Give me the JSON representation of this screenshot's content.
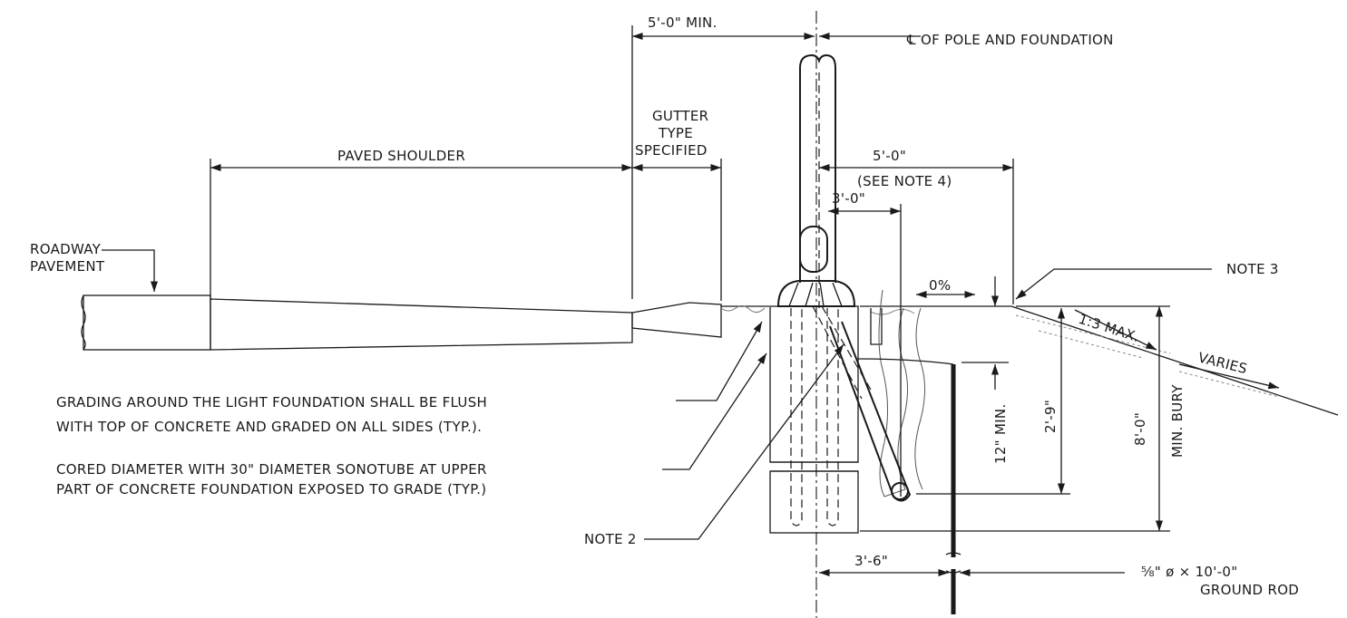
{
  "labels": {
    "min_5ft": "5'-0\" MIN.",
    "centerline": "℄ OF POLE AND FOUNDATION",
    "paved_shoulder": "PAVED SHOULDER",
    "gutter_1": "GUTTER",
    "gutter_2": "TYPE",
    "gutter_3": "SPECIFIED",
    "dim_5ft": "5'-0\"",
    "see_note_4": "(SEE NOTE 4)",
    "dim_3ft": "3'-0\"",
    "roadway_1": "ROADWAY",
    "roadway_2": "PAVEMENT",
    "note_3": "NOTE 3",
    "zero_pct": "0%",
    "slope": "1:3 MAX.",
    "varies": "VARIES",
    "min_bury_ft": "8'-0\"",
    "min_bury": "MIN. BURY",
    "dim_2ft9": "2'-9\"",
    "dim_12in": "12\" MIN.",
    "grading_1": "GRADING AROUND THE LIGHT FOUNDATION SHALL BE FLUSH",
    "grading_2": "WITH TOP OF CONCRETE AND GRADED ON ALL SIDES (TYP.).",
    "cored_1": "CORED DIAMETER WITH 30\" DIAMETER SONOTUBE AT UPPER",
    "cored_2": "PART OF CONCRETE FOUNDATION EXPOSED TO GRADE (TYP.)",
    "note_2": "NOTE 2",
    "dim_3ft6": "3'-6\"",
    "ground_rod_1": "⅝\" ø × 10'-0\"",
    "ground_rod_2": "GROUND ROD"
  }
}
